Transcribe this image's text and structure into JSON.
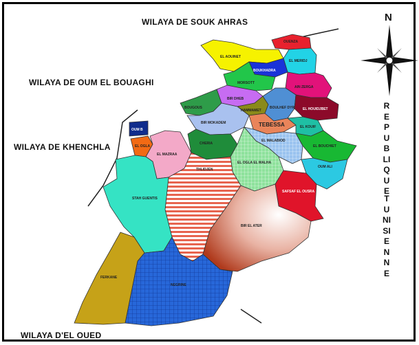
{
  "neighbors": {
    "north": "WILAYA DE SOUK AHRAS",
    "northwest": "WILAYA DE OUM EL BOUAGHI",
    "west": "WILAYA DE KHENCHLA",
    "south": "WILAYA  D'EL OUED",
    "east_line1": "REPUBLIQUE",
    "east_line2": "TUNISIENNE"
  },
  "compass": {
    "letter": "N",
    "icon": "compass-rose-icon"
  },
  "communes": {
    "ouenza": "OUENZA",
    "el_aouinet": "EL AOUINET",
    "el_meridj": "EL MERIDJ",
    "boukhadra": "BOUKHADRA",
    "morsott": "MORSOTT",
    "ain_zerga": "AIN ZERGA",
    "bir_dheb": "BIR DHEB",
    "hammamet": "HAMMAMET",
    "boulhef_dyr": "BOULHEF DYR",
    "el_houidjbet": "EL HOUIDJBET",
    "bougous": "BOUGOUS",
    "bir_mokadem": "BIR MOKADEM",
    "tebessa": "TEBESSA",
    "el_kouif": "EL KOUIF",
    "el_malabiod": "EL MALABIOD",
    "el_bouchiet": "EL BOUCHIET",
    "oum_ali": "OUM ALI",
    "cheria": "CHERIA",
    "el_ogla": "EL OGLA",
    "el_mazraa": "EL MAZRAA",
    "el_ogla_el_malha": "EL OGLA EL MALHA",
    "thlidjen": "THLIDJEN",
    "stah_guentis": "STAH GUENTIS",
    "safsaf_el_ouesra": "SAFSAF EL OUSRA",
    "bir_el_ater": "BIR EL ATER",
    "ferkane": "FERKANE",
    "negrine": "NEGRINE",
    "oum_bagh": "OUM B"
  },
  "colors": {
    "ouenza": "#e8212e",
    "el_aouinet": "#f6f200",
    "el_meridj": "#22d3e6",
    "boukhadra": "#1a33d8",
    "morsott": "#22c64a",
    "ain_zerga": "#e2127a",
    "bir_dheb": "#c76cf2",
    "hammamet": "#8a8a1a",
    "boulhef_dyr": "#4f8fd4",
    "el_houidjbet": "#8c0a2a",
    "bougous": "#2e9c49",
    "bir_mokadem": "#a9c1ef",
    "tebessa": "#e9845a",
    "el_kouif": "#1fbfa4",
    "el_malabiod": "#9ac3ef",
    "el_bouchiet": "#18b833",
    "oum_ali": "#2cc9e2",
    "cheria": "#1f8c3a",
    "el_ogla": "#f26a14",
    "el_mazraa": "#f3a9c8",
    "el_ogla_el_malha": "#8ee29c",
    "thlidjen": "#e7644f",
    "stah_guentis": "#35e3c4",
    "safsaf_el_ouesra": "#e0142a",
    "bir_el_ater": "#c84a2a",
    "ferkane": "#c6a218",
    "negrine": "#2767d9",
    "oum_bagh": "#102c8c"
  }
}
